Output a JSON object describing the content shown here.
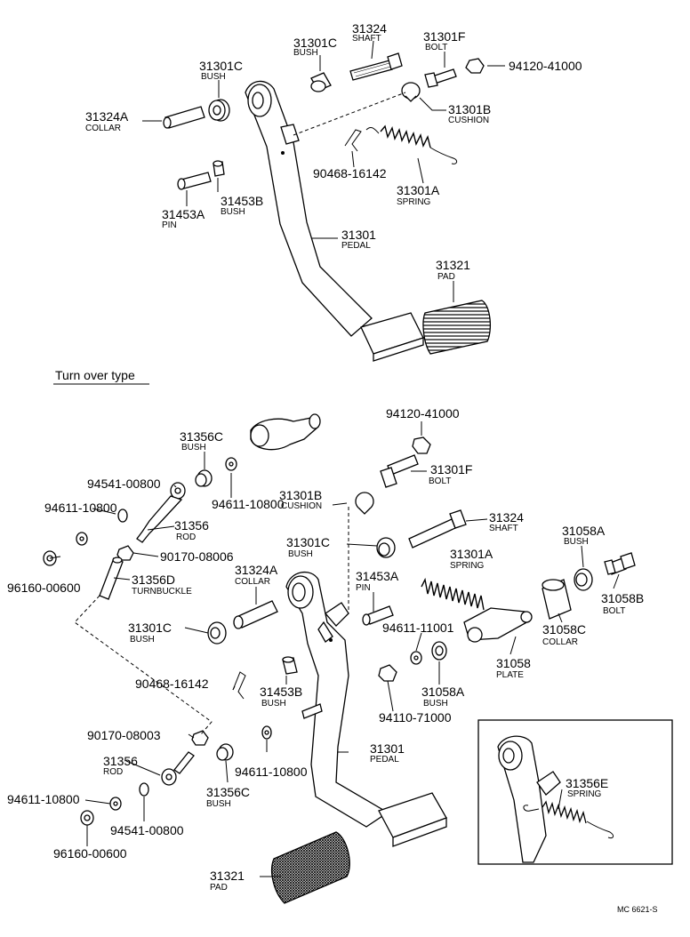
{
  "section_title": "Turn over type",
  "catalog_code": "MC 6621-S",
  "labels": {
    "t_31324": {
      "num": "31324",
      "name": "SHAFT"
    },
    "t_31301C_top": {
      "num": "31301C",
      "name": "BUSH"
    },
    "t_31301F": {
      "num": "31301F",
      "name": "BOLT"
    },
    "t_94120": {
      "num": "94120-41000"
    },
    "t_31301C_b": {
      "num": "31301C",
      "name": "BUSH"
    },
    "t_31301B": {
      "num": "31301B",
      "name": "CUSHION"
    },
    "t_31324A": {
      "num": "31324A",
      "name": "COLLAR"
    },
    "t_90468": {
      "num": "90468-16142"
    },
    "t_31301A": {
      "num": "31301A",
      "name": "SPRING"
    },
    "t_31453B": {
      "num": "31453B",
      "name": "BUSH"
    },
    "t_31453A": {
      "num": "31453A",
      "name": "PIN"
    },
    "t_31301": {
      "num": "31301",
      "name": "PEDAL"
    },
    "t_31321": {
      "num": "31321",
      "name": "PAD"
    },
    "b_94120": {
      "num": "94120-41000"
    },
    "b_31356C": {
      "num": "31356C",
      "name": "BUSH"
    },
    "b_31301F": {
      "num": "31301F",
      "name": "BOLT"
    },
    "b_94541": {
      "num": "94541-00800"
    },
    "b_31301B": {
      "num": "31301B",
      "name": "CUSHION"
    },
    "b_94611_a": {
      "num": "94611-10800"
    },
    "b_94611_b": {
      "num": "94611-10800"
    },
    "b_31324": {
      "num": "31324",
      "name": "SHAFT"
    },
    "b_31356": {
      "num": "31356",
      "name": "ROD"
    },
    "b_31058A_top": {
      "num": "31058A",
      "name": "BUSH"
    },
    "b_31301C_m": {
      "num": "31301C",
      "name": "BUSH"
    },
    "b_90170_a": {
      "num": "90170-08006"
    },
    "b_31301A": {
      "num": "31301A",
      "name": "SPRING"
    },
    "b_31324A": {
      "num": "31324A",
      "name": "COLLAR"
    },
    "b_96160_a": {
      "num": "96160-00600"
    },
    "b_31356D": {
      "num": "31356D",
      "name": "TURNBUCKLE"
    },
    "b_31453A": {
      "num": "31453A",
      "name": "PIN"
    },
    "b_31058B": {
      "num": "31058B",
      "name": "BOLT"
    },
    "b_31301C_l": {
      "num": "31301C",
      "name": "BUSH"
    },
    "b_94611_11001": {
      "num": "94611-11001"
    },
    "b_31058C": {
      "num": "31058C",
      "name": "COLLAR"
    },
    "b_31058": {
      "num": "31058",
      "name": "PLATE"
    },
    "b_90468": {
      "num": "90468-16142"
    },
    "b_31453B": {
      "num": "31453B",
      "name": "BUSH"
    },
    "b_31058A_b": {
      "num": "31058A",
      "name": "BUSH"
    },
    "b_94110": {
      "num": "94110-71000"
    },
    "b_90170_b": {
      "num": "90170-08003"
    },
    "b_31301": {
      "num": "31301",
      "name": "PEDAL"
    },
    "b_31356_low": {
      "num": "31356",
      "name": "ROD"
    },
    "b_94611_c": {
      "num": "94611-10800"
    },
    "b_94611_d": {
      "num": "94611-10800"
    },
    "b_31356C_low": {
      "num": "31356C",
      "name": "BUSH"
    },
    "b_94541_low": {
      "num": "94541-00800"
    },
    "b_96160_b": {
      "num": "96160-00600"
    },
    "b_31321": {
      "num": "31321",
      "name": "PAD"
    },
    "b_31356E": {
      "num": "31356E",
      "name": "SPRING"
    }
  }
}
